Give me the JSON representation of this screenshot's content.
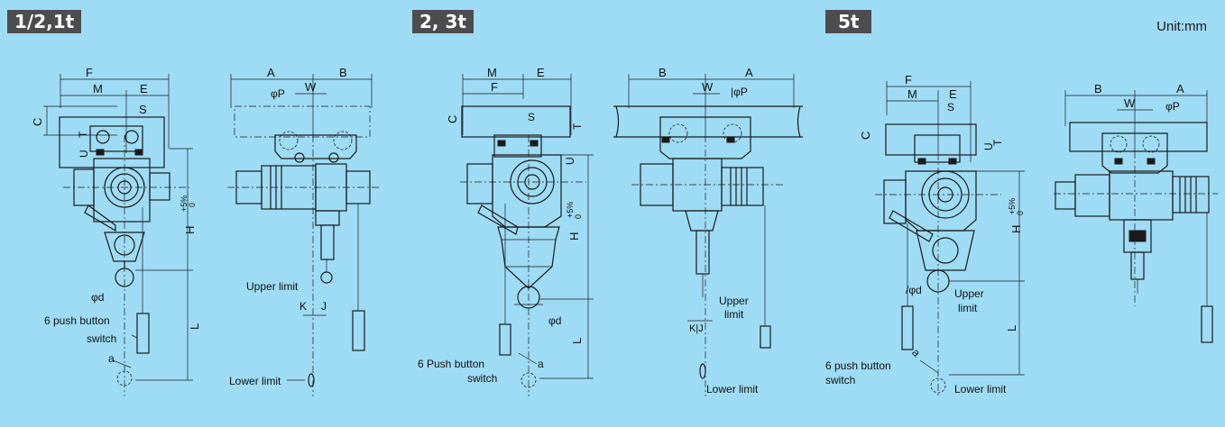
{
  "headers": {
    "group1": "1/2,1t",
    "group2": "2, 3t",
    "group3": "5t",
    "unit": "Unit:mm"
  },
  "dims": {
    "A": "A",
    "B": "B",
    "C": "C",
    "E": "E",
    "F": "F",
    "M": "M",
    "S": "S",
    "T": "T",
    "U": "U",
    "W": "W",
    "K": "K",
    "J": "J",
    "KJ": "K|J",
    "phiP": "φP",
    "barPhiP": "|φP",
    "phid": "φd",
    "slashd": "/φd",
    "a": "a",
    "H": "H",
    "tol": "+5%",
    "zero": "0"
  },
  "labels": {
    "pb1_line1": "6 push button",
    "pb1_line2": "switch",
    "pb2_line1": "6 Push button",
    "pb2_line2": "switch",
    "pb3_line1": "6 push button",
    "pb3_line2": "switch",
    "upper_limit": "Upper limit",
    "upper": "Upper",
    "limit": "limit",
    "lower_limit": "Lower limit",
    "lower_limit_spaced": "Lower  limit"
  }
}
